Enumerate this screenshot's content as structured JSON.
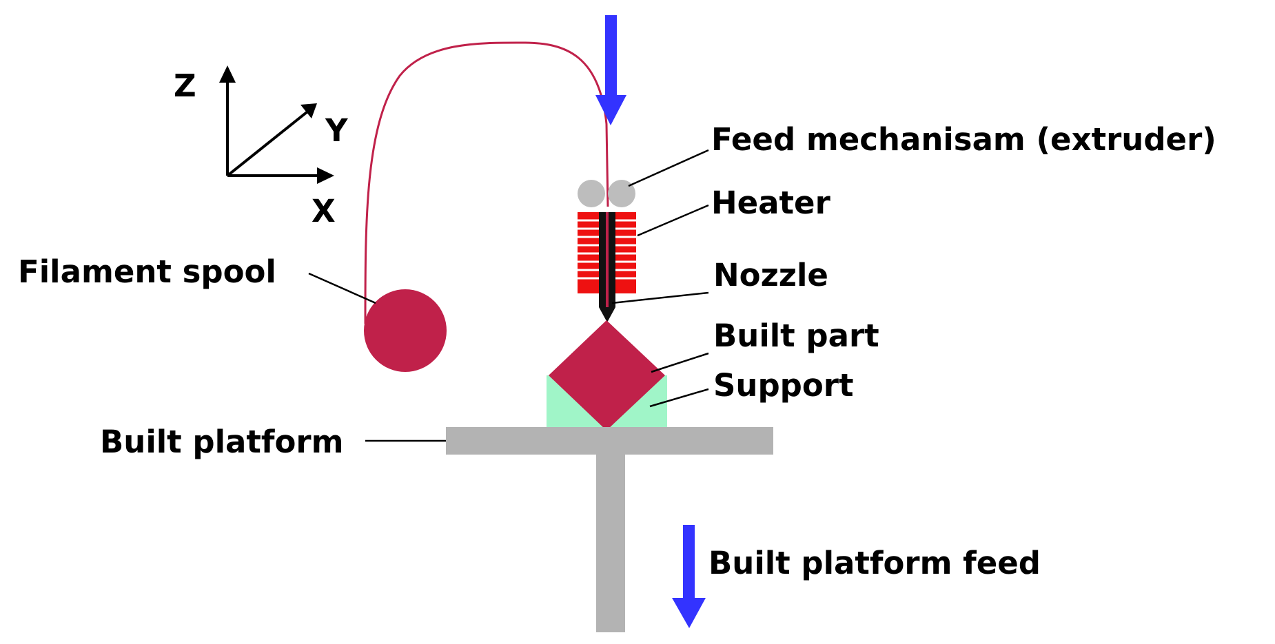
{
  "axes": {
    "z": "Z",
    "y": "Y",
    "x": "X"
  },
  "labels": {
    "feed_mechanism": "Feed mechanisam (extruder)",
    "heater": "Heater",
    "nozzle": "Nozzle",
    "built_part": "Built part",
    "support": "Support",
    "filament_spool": "Filament spool",
    "built_platform": "Built platform",
    "built_platform_feed": "Built platform feed"
  },
  "colors": {
    "filament": "#c0214a",
    "feed_arrow": "#3333ff",
    "heater": "#ee1111",
    "support": "#a0f5c8",
    "platform": "#b3b3b3",
    "roller": "#bdbdbd",
    "nozzle": "#111111"
  }
}
